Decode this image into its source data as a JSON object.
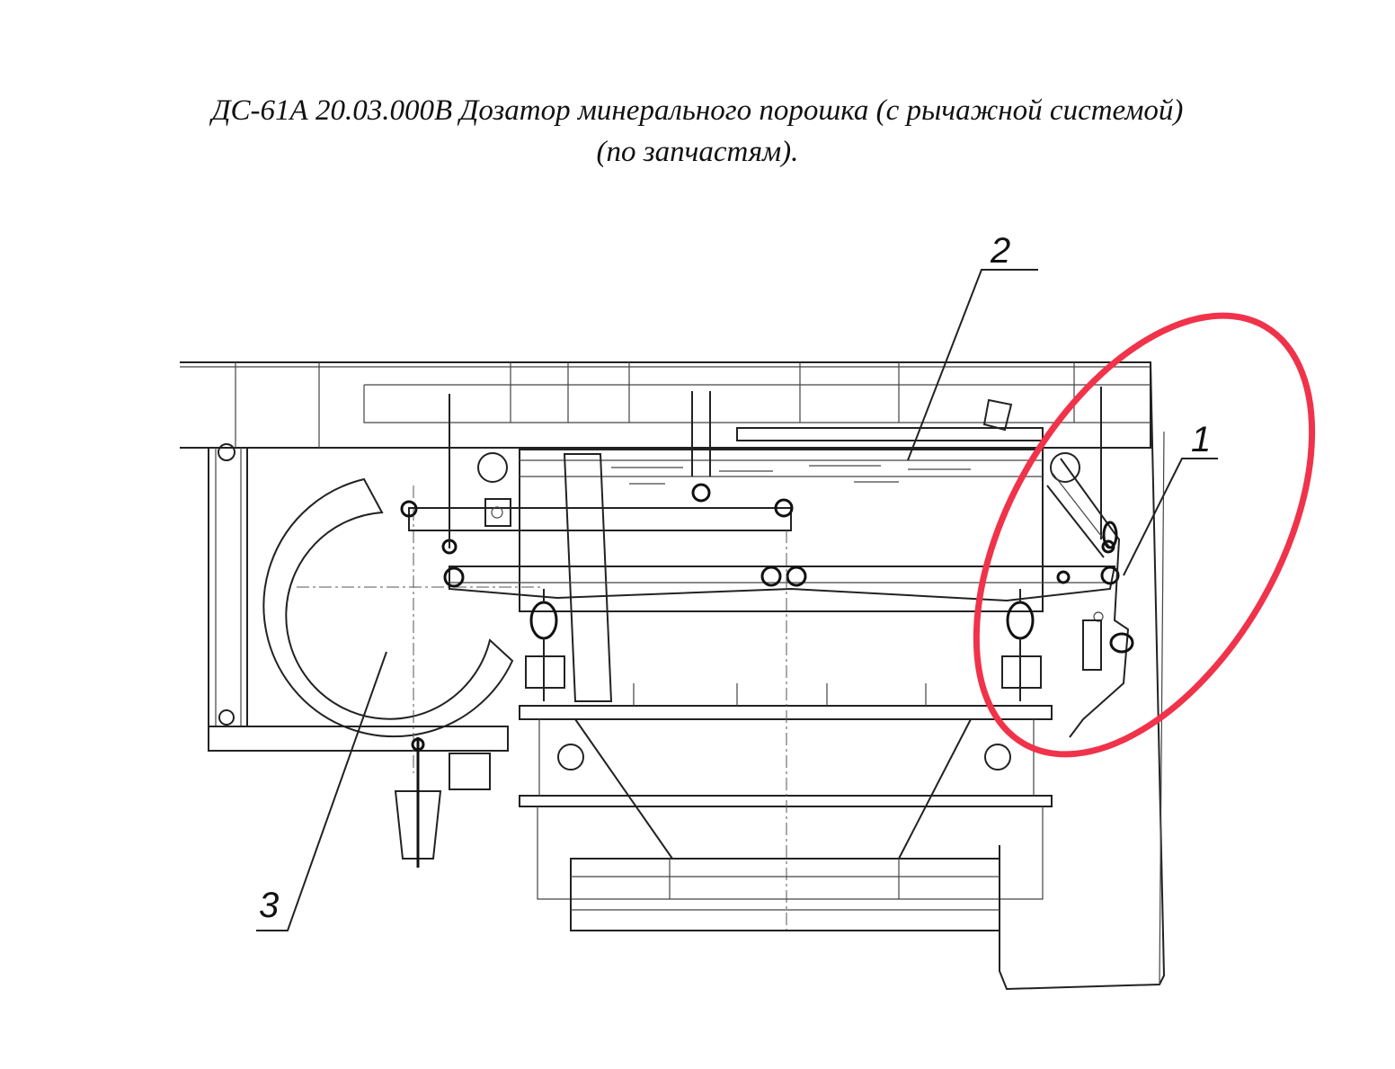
{
  "title": {
    "line1": "ДС-61А 20.03.000В Дозатор минерального порошка (с рычажной системой)",
    "line2": "(по запчастям)."
  },
  "callouts": [
    {
      "id": "1",
      "label": "1"
    },
    {
      "id": "2",
      "label": "2"
    },
    {
      "id": "3",
      "label": "3"
    }
  ],
  "highlight": {
    "color": "#f0334a",
    "shape": "ellipse",
    "target": "1"
  },
  "drawing": {
    "style": "technical line drawing",
    "line_color": "#222222"
  }
}
